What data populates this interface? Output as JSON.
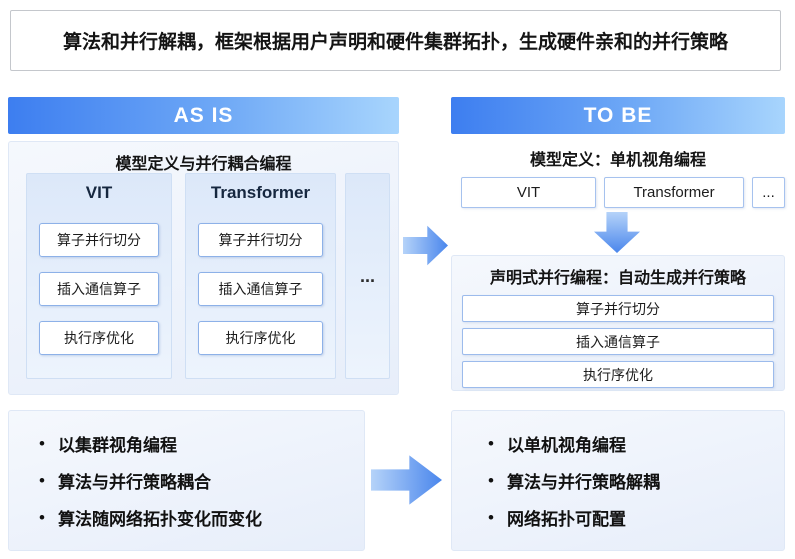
{
  "banner": {
    "text": "算法和并行解耦，框架根据用户声明和硬件集群拓扑，生成硬件亲和的并行策略"
  },
  "as_is": {
    "header_label": "AS IS",
    "panel_title": "模型定义与并行耦合编程",
    "columns": [
      {
        "title": "VIT",
        "steps": [
          "算子并行切分",
          "插入通信算子",
          "执行序优化"
        ]
      },
      {
        "title": "Transformer",
        "steps": [
          "算子并行切分",
          "插入通信算子",
          "执行序优化"
        ]
      }
    ],
    "ellipsis": "...",
    "summary": [
      "以集群视角编程",
      "算法与并行策略耦合",
      "算法随网络拓扑变化而变化"
    ]
  },
  "to_be": {
    "header_label": "TO BE",
    "model_title": "模型定义：单机视角编程",
    "models": [
      "VIT",
      "Transformer",
      "..."
    ],
    "strategy_title": "声明式并行编程：自动生成并行策略",
    "strategy_steps": [
      "算子并行切分",
      "插入通信算子",
      "执行序优化"
    ],
    "summary": [
      "以单机视角编程",
      "算法与并行策略解耦",
      "网络拓扑可配置"
    ]
  },
  "icons": {
    "bullet": "•"
  },
  "colors": {
    "header_gradient_start": "#3d7ef0",
    "header_gradient_end": "#a8d5fd",
    "arrow_gradient_start": "#b5d3f9",
    "arrow_gradient_end": "#4a86ec",
    "box_border": "#8db1e8",
    "panel_background": "#edf3fb"
  }
}
